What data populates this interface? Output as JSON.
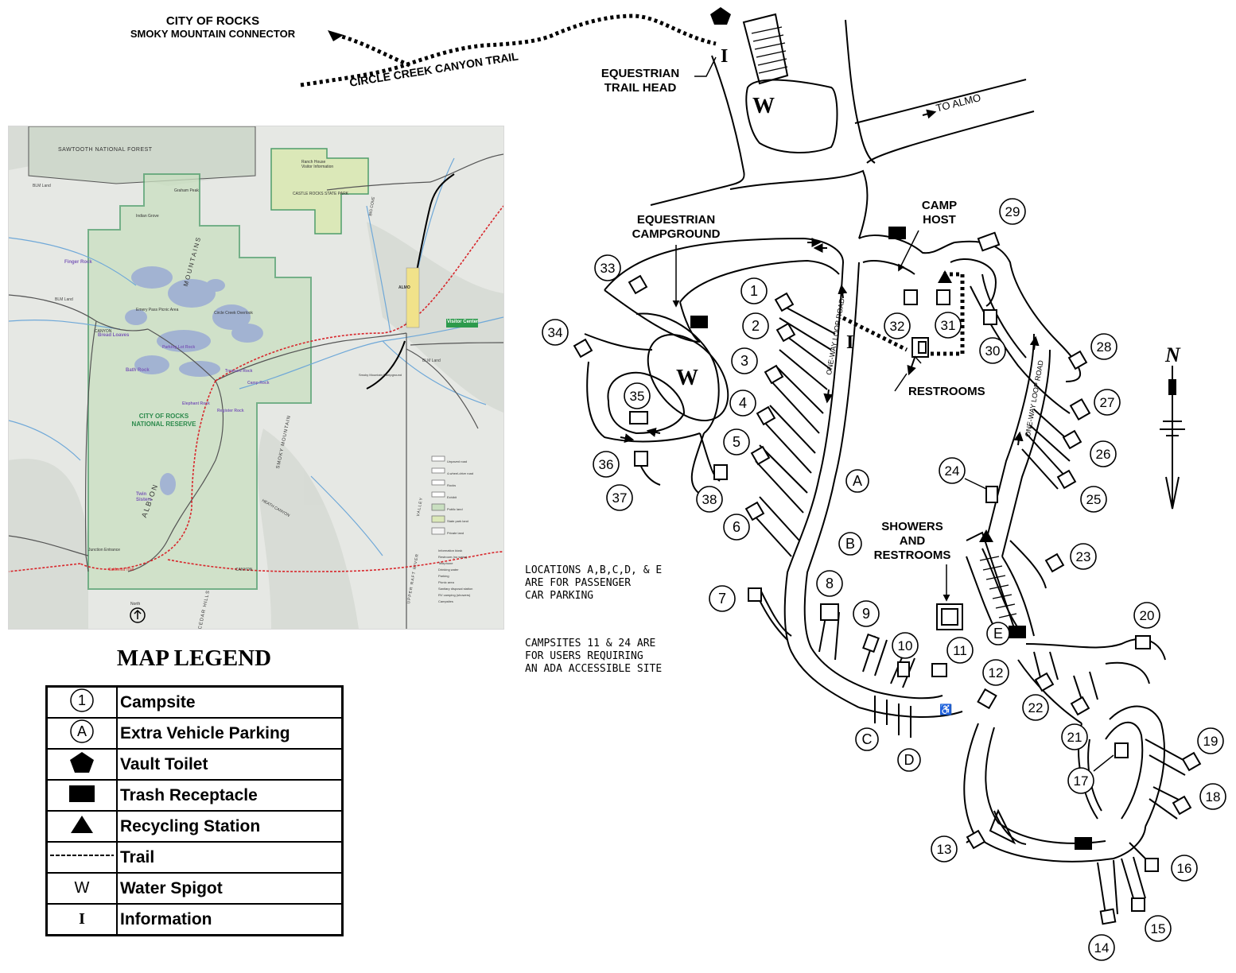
{
  "labels": {
    "connector_line1": "CITY OF ROCKS",
    "connector_line2": "SMOKY MOUNTAIN CONNECTOR",
    "circle_creek": "CIRCLE CREEK CANYON TRAIL",
    "equestrian_trailhead_line1": "EQUESTRIAN",
    "equestrian_trailhead_line2": "TRAIL HEAD",
    "to_almo": "TO ALMO",
    "equestrian_campground_line1": "EQUESTRIAN",
    "equestrian_campground_line2": "CAMPGROUND",
    "camp_host_line1": "CAMP",
    "camp_host_line2": "HOST",
    "restrooms": "RESTROOMS",
    "showers_line1": "SHOWERS",
    "showers_line2": "AND",
    "showers_line3": "RESTROOMS",
    "one_way_loop": "ONE-WAY LOOP ROAD",
    "north": "N",
    "water": "W",
    "info": "I"
  },
  "notes": {
    "parking_line1": "LOCATIONS A,B,C,D, & E",
    "parking_line2": "ARE FOR PASSENGER",
    "parking_line3": "CAR PARKING",
    "ada_line1": "CAMPSITES 11 & 24 ARE",
    "ada_line2": "FOR USERS REQUIRING",
    "ada_line3": "AN ADA ACCESSIBLE SITE"
  },
  "overview": {
    "sawtooth": "SAWTOOTH  NATIONAL  FOREST",
    "castle_rocks": "CASTLE     ROCKS  STATE  PARK",
    "ranch_house": "Ranch House",
    "visitor_information": "Visitor Information",
    "blm_land": "BLM Land",
    "reserve_line1": "CITY  OF  ROCKS",
    "reserve_line2": "NATIONAL  RESERVE",
    "albion": "ALBION",
    "mountains": "MOUNTAINS",
    "smoky_mountain": "SMOKY   MOUNTAIN",
    "cedar_hills": "CEDAR    HILLS",
    "almo": "ALMO",
    "visitor_center": "Visitor Center",
    "finger_rock": "Finger Rock",
    "bread_loaves": "Bread Loaves",
    "bath_rock": "Bath Rock",
    "elephant_rock": "Elephant Rock",
    "twin_sisters_line1": "Twin",
    "twin_sisters_line2": "Sisters",
    "camp_rock": "Camp Rock",
    "register_rock": "Register Rock",
    "treasure_rock": "Treasure Rock",
    "parking_lot_rock": "Parking Lot Rock",
    "circle_creek_overlook": "Circle Creek Overlook",
    "graham_peak": "Graham Peak",
    "indian_grove": "Indian Grove",
    "emery_pass": "Emery Pass Picnic Area",
    "smoky_mountain_campground": "Smoky Mountain Campground",
    "junction_entrance": "Junction Entrance",
    "north": "North",
    "upper_raft_river": "UPPER    RAFT    RIVER",
    "valley": "VALLEY",
    "big_cove": "BIG COVE",
    "emery_canyon": "CANYON",
    "heath_canyon": "HEATH CANYON",
    "graham_canyon": "CANYON",
    "california_trail": "California Trail",
    "legend_unpaved": "Unpaved road",
    "legend_4wd": "4-wheel-drive road",
    "legend_rocks": "Rocks",
    "legend_exhibit": "Exhibit",
    "legend_public": "Public land",
    "legend_state": "State park land",
    "legend_private": "Private land",
    "legend_info": "Information kiosk",
    "legend_restroom": "Restroom (no water)",
    "legend_telephone": "Telephone",
    "legend_drinking": "Drinking water",
    "legend_parking": "Parking",
    "legend_picnic": "Picnic area",
    "legend_sanitary": "Sanitary disposal station",
    "legend_rv": "RV camping (showers)",
    "legend_campsites": "Campsites"
  },
  "campsites": [
    "1",
    "2",
    "3",
    "4",
    "5",
    "6",
    "7",
    "8",
    "9",
    "10",
    "11",
    "12",
    "13",
    "14",
    "15",
    "16",
    "17",
    "18",
    "19",
    "20",
    "21",
    "22",
    "23",
    "24",
    "25",
    "26",
    "27",
    "28",
    "29",
    "30",
    "31",
    "32",
    "33",
    "34",
    "35",
    "36",
    "37",
    "38"
  ],
  "parking": [
    "A",
    "B",
    "C",
    "D",
    "E"
  ],
  "legend": {
    "title": "MAP LEGEND",
    "items": [
      {
        "symbol_text": "1",
        "label": "Campsite"
      },
      {
        "symbol_text": "A",
        "label": "Extra Vehicle Parking"
      },
      {
        "symbol_text": "",
        "label": "Vault Toilet"
      },
      {
        "symbol_text": "",
        "label": "Trash Receptacle"
      },
      {
        "symbol_text": "",
        "label": "Recycling Station"
      },
      {
        "symbol_text": "",
        "label": "Trail"
      },
      {
        "symbol_text": "W",
        "label": "Water Spigot"
      },
      {
        "symbol_text": "I",
        "label": "Information"
      }
    ]
  },
  "colors": {
    "ink": "#000000",
    "reserve_green": "#c9dfc0",
    "reserve_border": "#4f9e6a",
    "state_park": "#dbe8b8",
    "terrain": "#e4e6e2",
    "river": "#6fa8d8",
    "trail_red": "#d8262b",
    "rock_purple": "#7b5bb8",
    "visitor_green": "#2c9a4c"
  }
}
